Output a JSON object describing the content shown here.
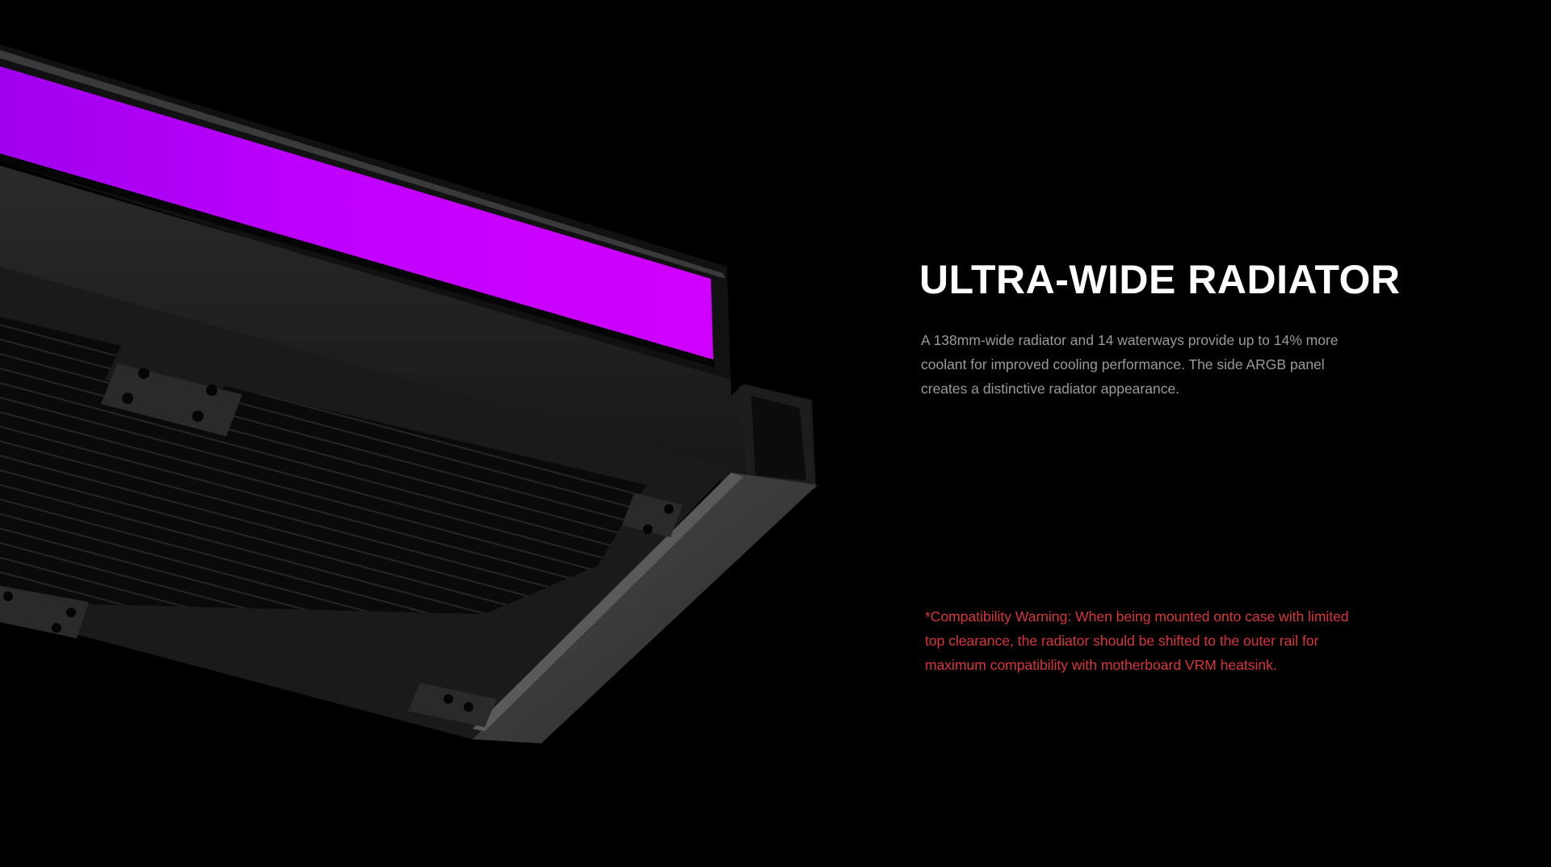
{
  "section": {
    "headline": "ULTRA-WIDE RADIATOR",
    "description": "A 138mm-wide radiator and 14 waterways provide up to 14% more coolant for improved cooling performance. The side ARGB panel creates a distinctive radiator appearance.",
    "warning": "*Compatibility Warning: When being mounted onto case with limited top clearance, the radiator should be shifted to the outer rail for maximum compatibility with motherboard VRM heatsink."
  },
  "colors": {
    "background": "#000000",
    "headline": "#ffffff",
    "description": "#9a9a9a",
    "warning": "#d9363b",
    "argb_glow": "#c400ff"
  },
  "product_image": {
    "icon": "radiator-argb-illustration"
  }
}
